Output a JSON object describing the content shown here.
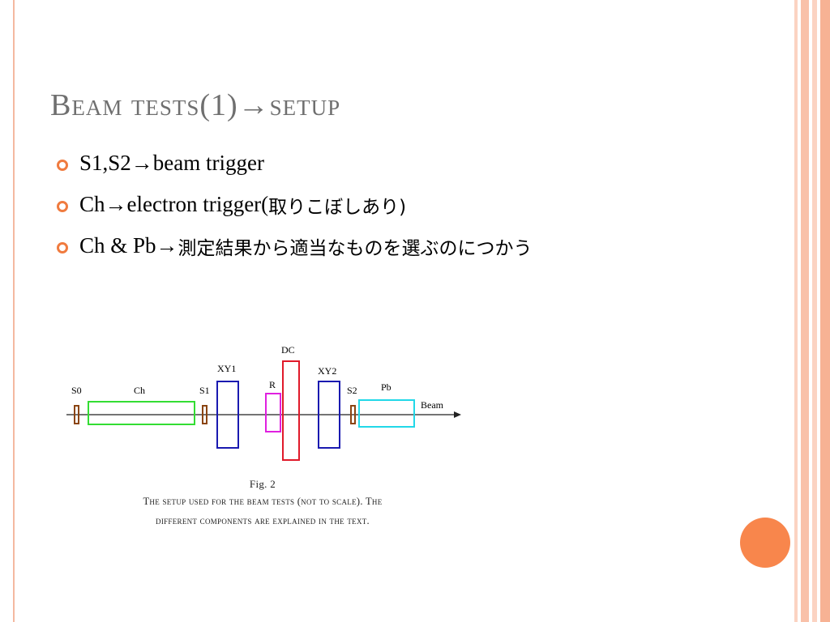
{
  "slide": {
    "title": "Beam tests(1)→setup",
    "bullets": [
      {
        "latin": "S1,S2→beam trigger",
        "jp": ""
      },
      {
        "latin": "Ch→electron trigger(",
        "jp": "取りこぼしあり)"
      },
      {
        "latin": "Ch & Pb→",
        "jp": "測定結果から適当なものを選ぶのにつかう"
      }
    ]
  },
  "figure": {
    "labels": {
      "s0": "S0",
      "ch": "Ch",
      "s1": "S1",
      "xy1": "XY1",
      "r": "R",
      "dc": "DC",
      "xy2": "XY2",
      "s2": "S2",
      "pb": "Pb",
      "beam": "Beam"
    },
    "fig_label": "Fig. 2",
    "caption_line1": "The setup used for the beam tests (not to scale). The",
    "caption_line2": "different components are explained in the text."
  },
  "colors": {
    "accent": "#f8864c",
    "bullet": "#f07b3f",
    "title": "#6f6f6f",
    "ch": "#33dd33",
    "xy": "#1a1ab0",
    "r": "#e020e0",
    "dc": "#e01a2a",
    "pb": "#22d8e8",
    "scintillator": "#8b4513"
  }
}
